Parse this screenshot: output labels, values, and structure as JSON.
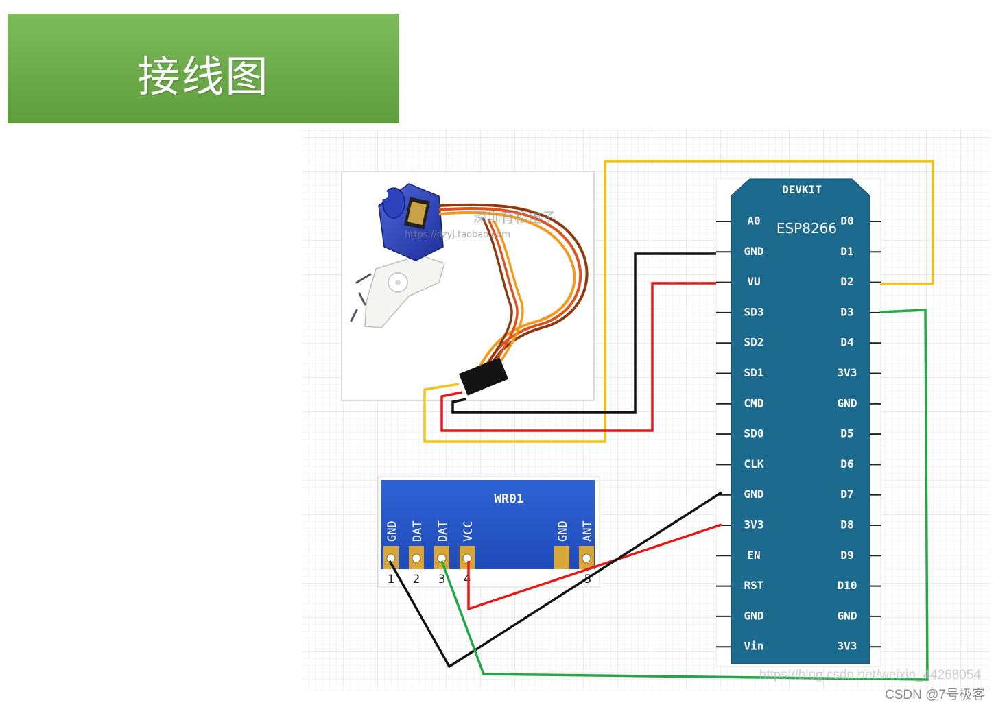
{
  "header": {
    "title": "接线图"
  },
  "board": {
    "brand": "DEVKIT",
    "name": "ESP8266",
    "left_pins": [
      "A0",
      "GND",
      "VU",
      "SD3",
      "SD2",
      "SD1",
      "CMD",
      "SD0",
      "CLK",
      "GND",
      "3V3",
      "EN",
      "RST",
      "GND",
      "Vin"
    ],
    "right_pins": [
      "D0",
      "D1",
      "D2",
      "D3",
      "D4",
      "3V3",
      "GND",
      "D5",
      "D6",
      "D7",
      "D8",
      "D9",
      "D10",
      "GND",
      "3V3"
    ]
  },
  "servo": {
    "watermark_cn": "深圳育松电子",
    "watermark_url": "https://dzyj.taobao.com"
  },
  "receiver": {
    "name": "WR01",
    "pins": [
      "GND",
      "DAT",
      "DAT",
      "VCC",
      "GND",
      "ANT"
    ],
    "numbers": [
      "1",
      "2",
      "3",
      "4",
      "5"
    ]
  },
  "wire_colors": {
    "yellow": "#f5c318",
    "red": "#e41a1a",
    "black": "#111111",
    "green": "#22a845"
  },
  "watermarks": {
    "blog": "https://blog.csdn.net/weixin_44268054",
    "csdn": "CSDN @7号极客"
  }
}
